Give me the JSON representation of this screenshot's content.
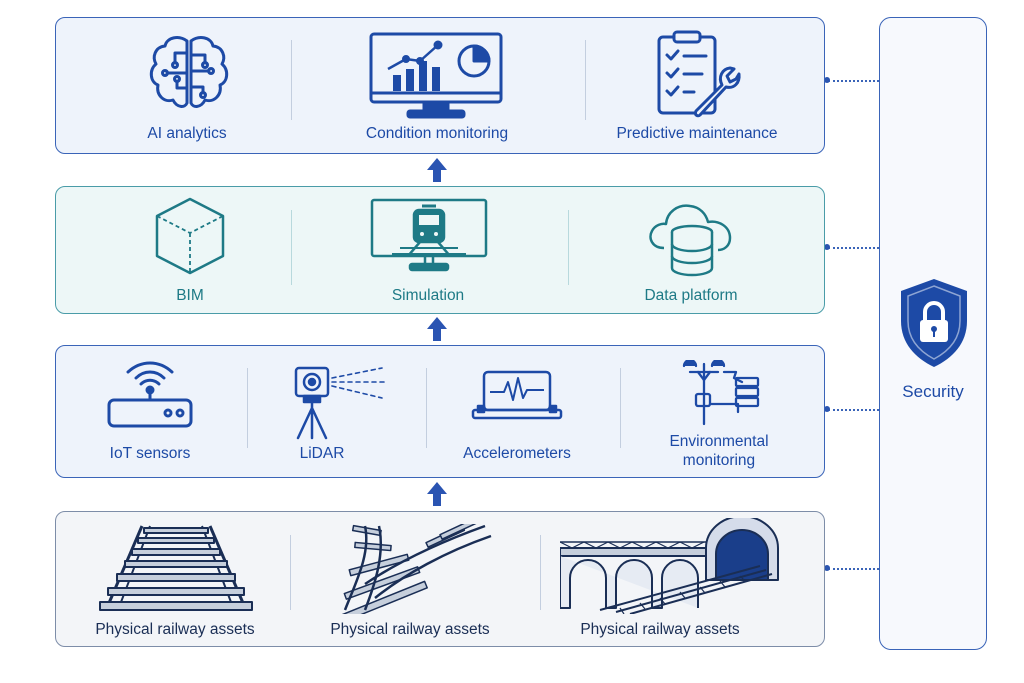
{
  "layers": {
    "applications": {
      "items": [
        {
          "label": "AI analytics",
          "icon": "brain-icon"
        },
        {
          "label": "Condition monitoring",
          "icon": "monitor-chart-icon"
        },
        {
          "label": "Predictive maintenance",
          "icon": "clipboard-wrench-icon"
        }
      ]
    },
    "digital_twin": {
      "items": [
        {
          "label": "BIM",
          "icon": "cube-icon"
        },
        {
          "label": "Simulation",
          "icon": "train-screen-icon"
        },
        {
          "label": "Data platform",
          "icon": "cloud-database-icon"
        }
      ]
    },
    "sensing": {
      "items": [
        {
          "label": "IoT sensors",
          "icon": "wifi-router-icon"
        },
        {
          "label": "LiDAR",
          "icon": "lidar-scanner-icon"
        },
        {
          "label": "Accelerometers",
          "icon": "waveform-device-icon"
        },
        {
          "label": "Environmental monitoring",
          "line1": "Environmental",
          "line2": "monitoring",
          "icon": "weather-station-icon"
        }
      ]
    },
    "assets": {
      "items": [
        {
          "label": "Physical railway assets",
          "icon": "railway-track-icon"
        },
        {
          "label": "Physical railway assets",
          "icon": "railway-switch-icon"
        },
        {
          "label": "Physical railway assets",
          "icon": "bridge-tunnel-icon"
        }
      ]
    }
  },
  "security": {
    "label": "Security",
    "icon": "shield-lock-icon"
  },
  "colors": {
    "blue": "#1d4aa6",
    "teal": "#1e7a86",
    "navy": "#1a2e55"
  }
}
